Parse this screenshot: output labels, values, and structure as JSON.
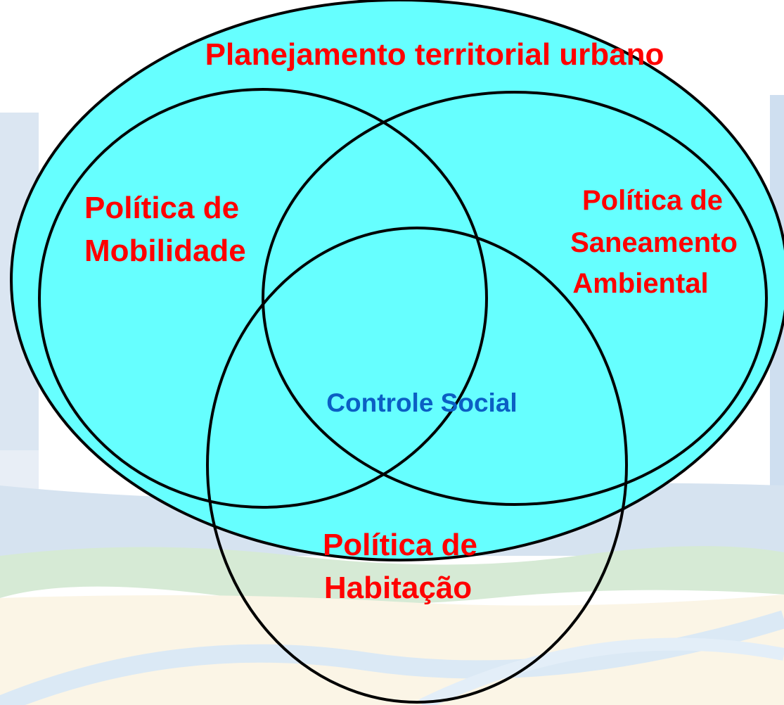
{
  "colors": {
    "circle_fill": "#66ffff",
    "circle_stroke": "#000000",
    "label_red": "#ff0000",
    "label_blue": "#0b5fc4",
    "background_light": "#dde8f3",
    "background_panel": "#c6d7ea",
    "background_green": "#d4e9d3",
    "background_cream": "#fbf5e6"
  },
  "diagram": {
    "outer": {
      "label": "Planejamento territorial urbano"
    },
    "sets": [
      {
        "id": "mobilidade",
        "lines": [
          "Política de",
          "Mobilidade"
        ]
      },
      {
        "id": "saneamento",
        "lines": [
          "Política de",
          "Saneamento",
          "Ambiental"
        ]
      },
      {
        "id": "habitacao",
        "lines": [
          "Política de",
          "Habitação"
        ]
      }
    ],
    "center": {
      "label": "Controle Social"
    }
  }
}
